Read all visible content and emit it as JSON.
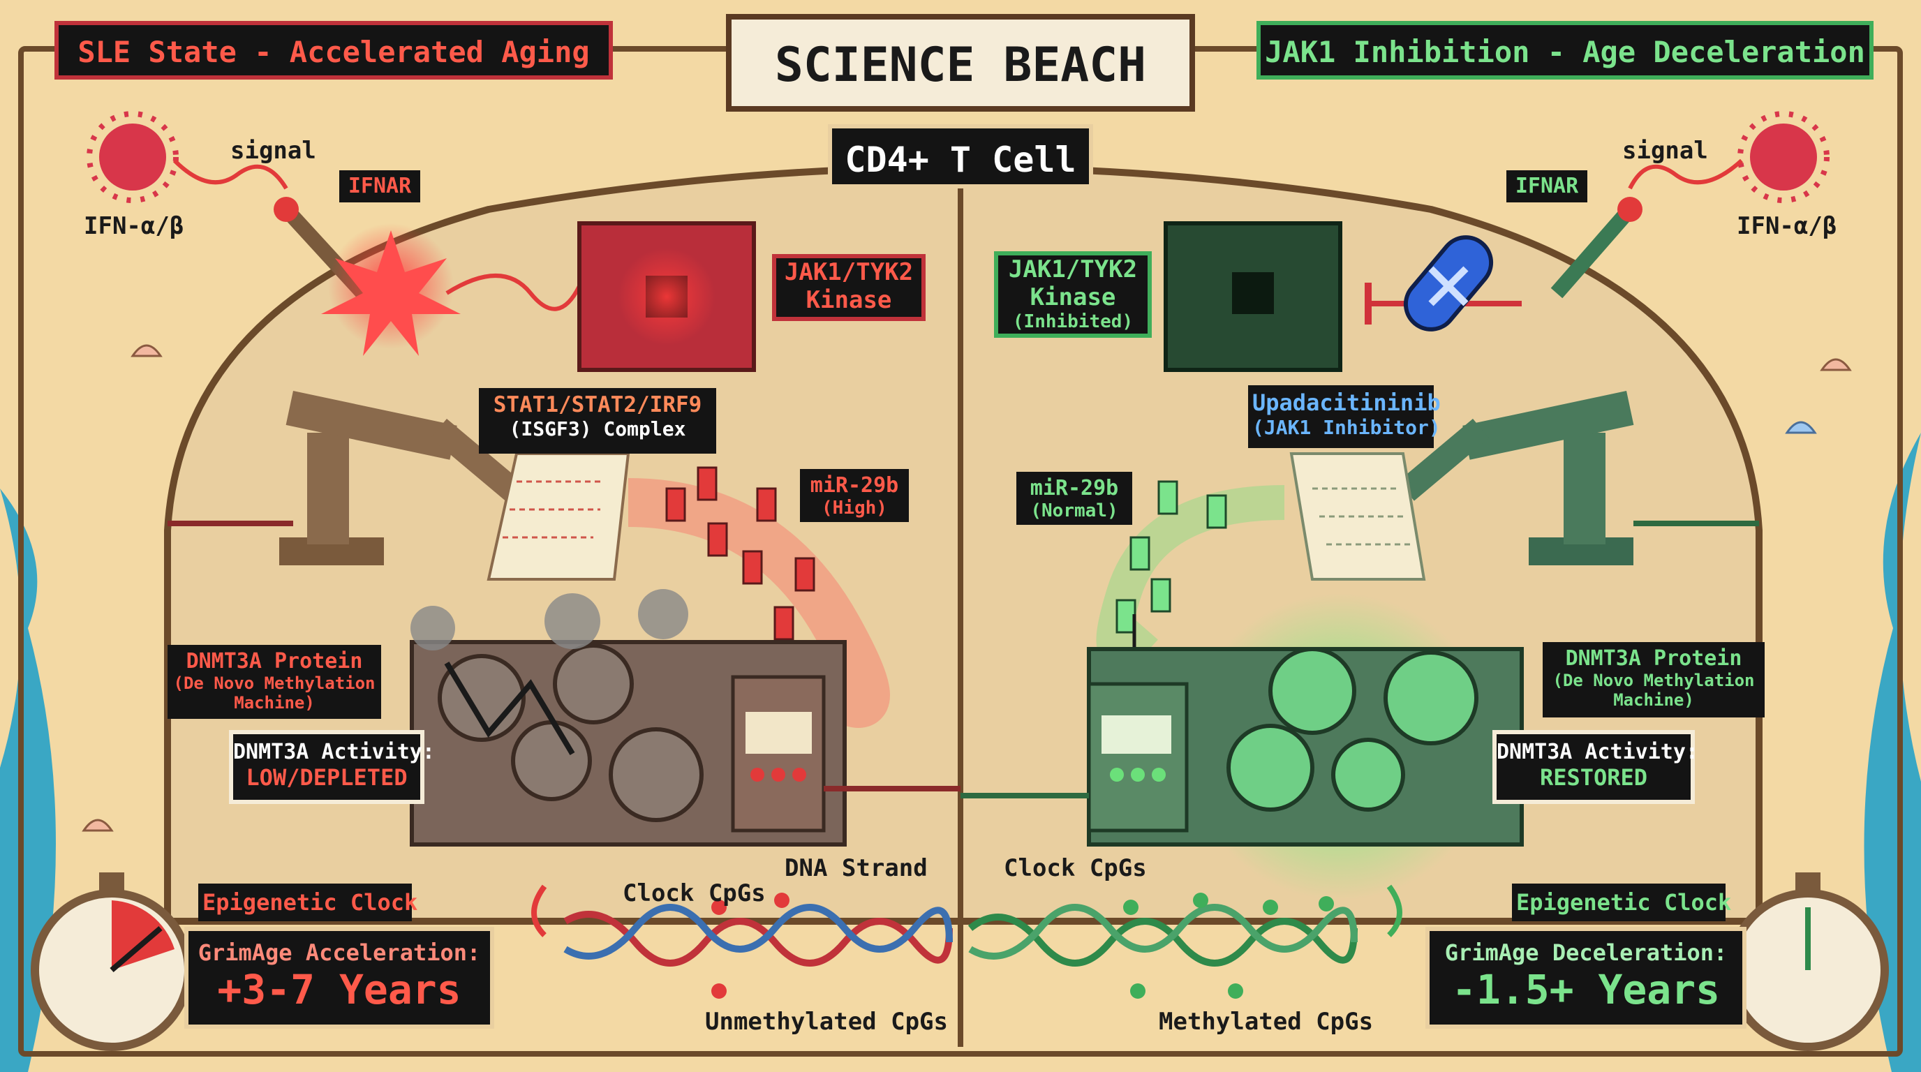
{
  "banners": {
    "left": "SLE State - Accelerated Aging",
    "right": "JAK1 Inhibition - Age Deceleration",
    "title": "SCIENCE BEACH",
    "cell": "CD4+ T Cell"
  },
  "left": {
    "signal": "signal",
    "ifn": "IFN-α/β",
    "ifnar": "IFNAR",
    "kinase_1": "JAK1/TYK2",
    "kinase_2": "Kinase",
    "stat_1": "STAT1/STAT2/IRF9",
    "stat_2": "(ISGF3) Complex",
    "mir_1": "miR-29b",
    "mir_2": "(High)",
    "dnmt_1": "DNMT3A Protein",
    "dnmt_2": "(De Novo Methylation",
    "dnmt_3": "Machine)",
    "activity_1": "DNMT3A Activity:",
    "activity_2": "LOW/DEPLETED",
    "clock_label": "Epigenetic Clock",
    "grim_1": "GrimAge Acceleration:",
    "grim_2": "+3-7 Years",
    "dna_strand": "DNA Strand",
    "clock_cpgs": "Clock CpGs",
    "unmethylated": "Unmethylated CpGs"
  },
  "right": {
    "signal": "signal",
    "ifn": "IFN-α/β",
    "ifnar": "IFNAR",
    "kinase_1": "JAK1/TYK2",
    "kinase_2": "Kinase",
    "kinase_3": "(Inhibited)",
    "drug_1": "Upadacitininib",
    "drug_2": "(JAK1 Inhibitor)",
    "mir_1": "miR-29b",
    "mir_2": "(Normal)",
    "dnmt_1": "DNMT3A Protein",
    "dnmt_2": "(De Novo Methylation",
    "dnmt_3": "Machine)",
    "activity_1": "DNMT3A Activity:",
    "activity_2": "RESTORED",
    "clock_label": "Epigenetic Clock",
    "grim_1": "GrimAge Deceleration:",
    "grim_2": "-1.5+ Years",
    "clock_cpgs": "Clock CpGs",
    "methylated": "Methylated CpGs"
  },
  "colors": {
    "sand": "#f3d9a4",
    "cell_fill": "#e9cfa0",
    "red": "#e23a3a",
    "green": "#3fae5a",
    "dark": "#141414",
    "pill_blue": "#2f63d8"
  },
  "icons": [
    "virus-icon",
    "receptor-icon",
    "chip-icon",
    "robot-arm-icon",
    "scroll-icon",
    "vial-icon",
    "gear-machine-icon",
    "stopwatch-icon",
    "pill-icon",
    "dna-icon",
    "shell-icon"
  ]
}
